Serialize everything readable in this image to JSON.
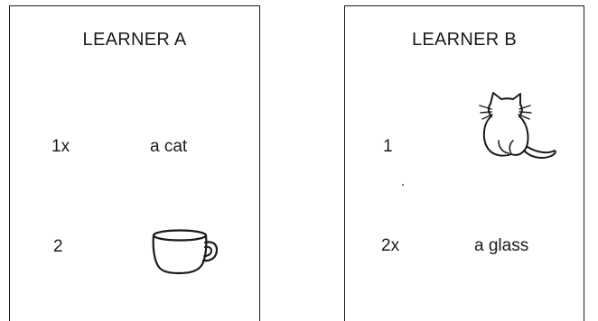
{
  "learner_a": {
    "title": "LEARNER A",
    "row1": {
      "number": "1x",
      "word": "a cat"
    },
    "row2": {
      "number": "2",
      "picture": "cup-icon"
    }
  },
  "learner_b": {
    "title": "LEARNER B",
    "row1": {
      "number": "1",
      "picture": "cat-icon"
    },
    "row2": {
      "number": "2x",
      "word": "a glass"
    }
  },
  "colors": {
    "ink": "#1a1a1a",
    "paper": "#ffffff"
  }
}
